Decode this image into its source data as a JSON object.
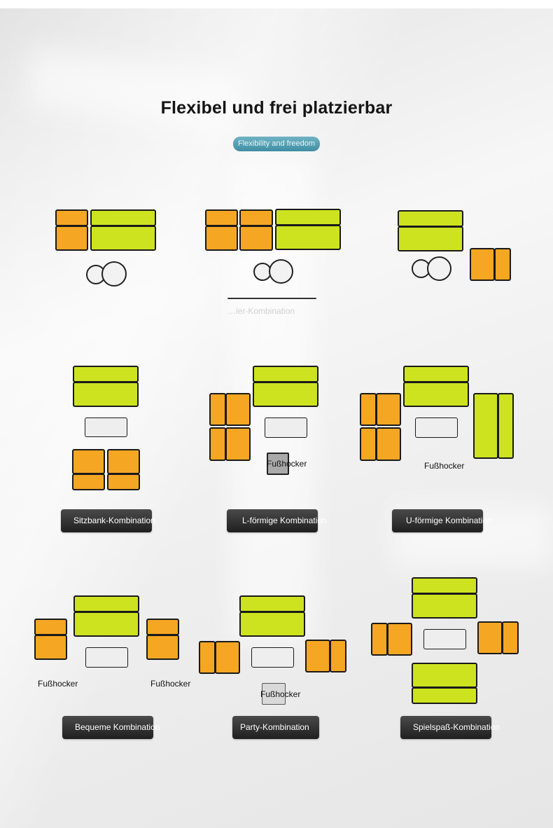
{
  "title": "Flexibel und frei platzierbar",
  "badge": "Flexibility and freedom",
  "faint_caption": "…ier-Kombination",
  "footstool_label": "Fußhocker",
  "combinations": {
    "bench": "Sitzbank-Kombination",
    "l_shape": "L-förmige Kombination",
    "u_shape": "U-förmige Kombination",
    "comfort": "Bequeme Kombination",
    "party": "Party-Kombination",
    "fun": "Spielspaß-Kombination"
  },
  "colors": {
    "orange_seat": "#f5a623",
    "lime_seat": "#cde320",
    "white_ottoman": "#eeeeee",
    "pill": "#2e2e2e",
    "badge": "#4f9bb0"
  }
}
